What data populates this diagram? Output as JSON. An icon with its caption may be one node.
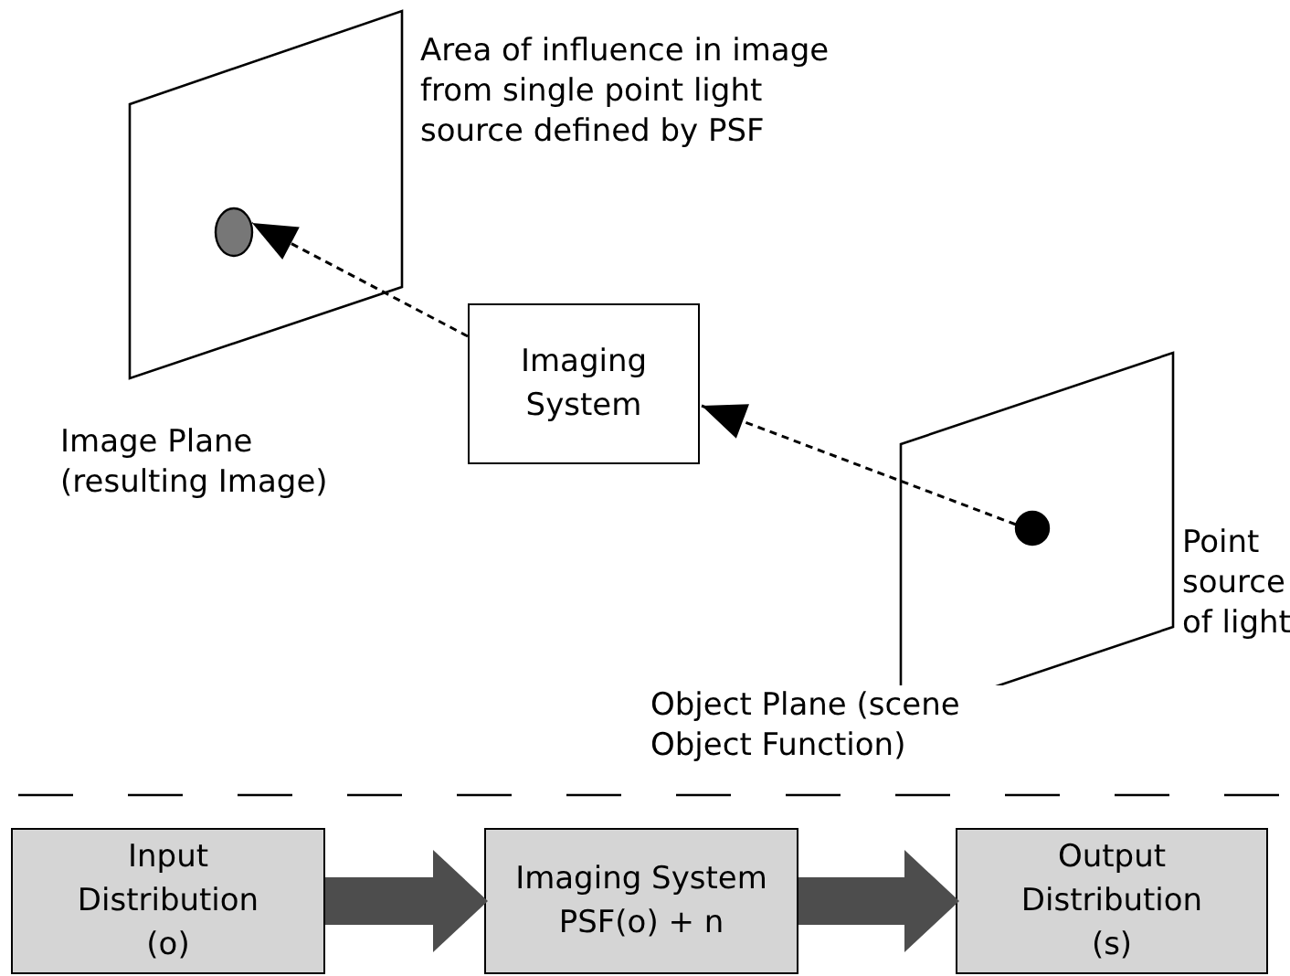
{
  "diagram": {
    "nodes": [
      {
        "text": [
          "Image Plane (resulting Image)"
        ]
      },
      {
        "text": [],
        "shape": "circle",
        "in": 0
      },
      {
        "text": [
          "Imaging System"
        ]
      },
      {
        "text": [
          "Object Plane (scene Object Function)"
        ]
      },
      {
        "text": [],
        "shape": "circle",
        "in": 3
      },
      {
        "text": [
          "Input Distribution (o)"
        ]
      },
      {
        "text": [
          "Imaging System PSF(o) + n"
        ]
      },
      {
        "text": [
          "Output Distribution (s)"
        ]
      }
    ],
    "edges": [
      {
        "from": 4,
        "to": 2,
        "arrow": "to",
        "style": "dashed"
      },
      {
        "from": 2,
        "to": 1,
        "arrow": "to",
        "style": "dashed"
      },
      {
        "from": 5,
        "to": 6,
        "arrow": "to",
        "style": "thick",
        "color": "#4d4d4d"
      },
      {
        "from": 6,
        "to": 7,
        "arrow": "to",
        "style": "thick",
        "color": "#4d4d4d"
      }
    ],
    "labels": [
      "Area of influence in image from single point light source defined by PSF",
      "Point source of light"
    ]
  }
}
